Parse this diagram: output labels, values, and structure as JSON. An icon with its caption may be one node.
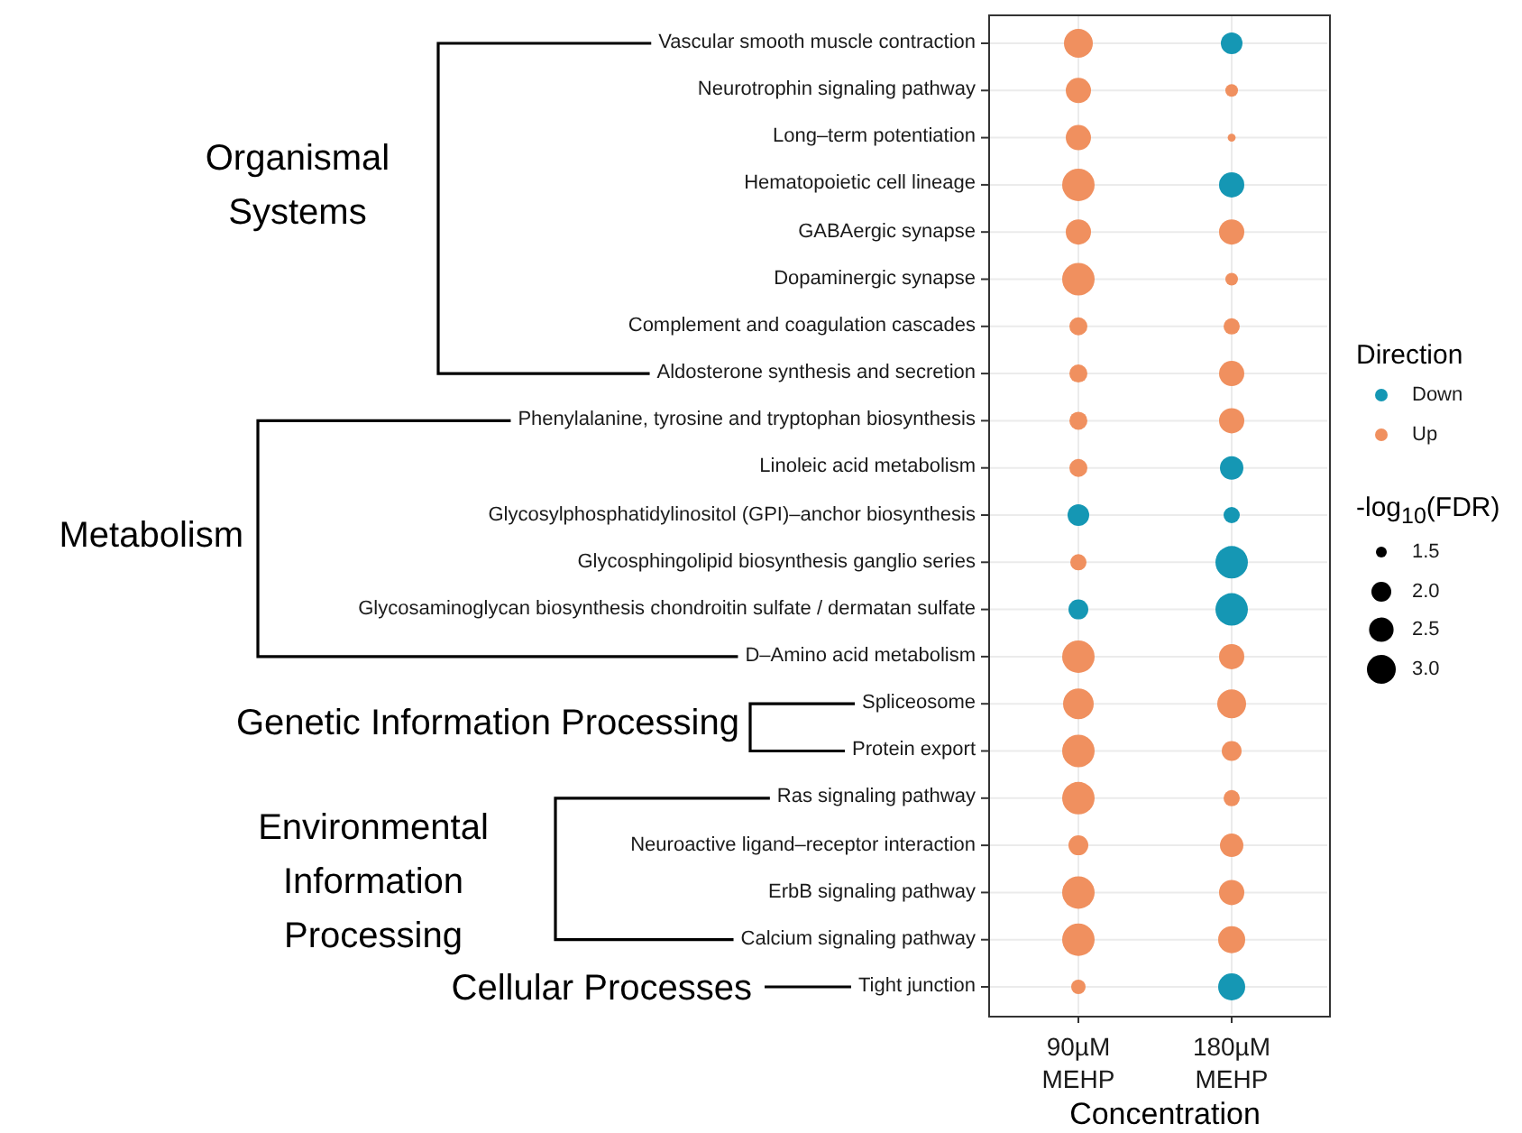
{
  "diagram": {
    "nodes": [
      {
        "text": [
          "Organismal Systems"
        ]
      },
      {
        "text": [
          "Vascular smooth muscle contraction"
        ]
      },
      {
        "text": [
          "Neurotrophin signaling pathway"
        ]
      },
      {
        "text": [
          "Long–term potentiation"
        ]
      },
      {
        "text": [
          "Hematopoietic cell lineage"
        ]
      },
      {
        "text": [
          "GABAergic synapse"
        ]
      },
      {
        "text": [
          "Dopaminergic synapse"
        ]
      },
      {
        "text": [
          "Complement and coagulation cascades"
        ]
      },
      {
        "text": [
          "Aldosterone synthesis and secretion"
        ]
      },
      {
        "text": [
          "Metabolism"
        ]
      },
      {
        "text": [
          "Phenylalanine, tyrosine and tryptophan biosynthesis"
        ]
      },
      {
        "text": [
          "Linoleic acid metabolism"
        ]
      },
      {
        "text": [
          "Glycosylphosphatidylinositol (GPI)–anchor biosynthesis"
        ]
      },
      {
        "text": [
          "Glycosphingolipid biosynthesis ganglio series"
        ]
      },
      {
        "text": [
          "Glycosaminoglycan biosynthesis chondroitin sulfate / dermatan sulfate"
        ]
      },
      {
        "text": [
          "D–Amino acid metabolism"
        ]
      },
      {
        "text": [
          "Genetic Information Processing"
        ]
      },
      {
        "text": [
          "Spliceosome"
        ]
      },
      {
        "text": [
          "Protein export"
        ]
      },
      {
        "text": [
          "Environmental Information Processing"
        ]
      },
      {
        "text": [
          "Ras signaling pathway"
        ]
      },
      {
        "text": [
          "Neuroactive ligand–receptor interaction"
        ]
      },
      {
        "text": [
          "ErbB signaling pathway"
        ]
      },
      {
        "text": [
          "Calcium signaling pathway"
        ]
      },
      {
        "text": [
          "Cellular Processes"
        ]
      },
      {
        "text": [
          "Tight junction"
        ]
      }
    ],
    "edges": [
      {
        "from": 0,
        "to": 1,
        "arrow": "none"
      },
      {
        "from": 0,
        "to": 8,
        "arrow": "none"
      },
      {
        "from": 9,
        "to": 10,
        "arrow": "none"
      },
      {
        "from": 9,
        "to": 15,
        "arrow": "none"
      },
      {
        "from": 16,
        "to": 17,
        "arrow": "none"
      },
      {
        "from": 16,
        "to": 18,
        "arrow": "none"
      },
      {
        "from": 19,
        "to": 20,
        "arrow": "none"
      },
      {
        "from": 19,
        "to": 23,
        "arrow": "none"
      },
      {
        "from": 24,
        "to": 25,
        "arrow": "none"
      }
    ],
    "labels": [
      "90µM MEHP",
      "180µM MEHP",
      "Concentration",
      "Direction",
      "-log$_{10}$(FDR)"
    ],
    "legend": [
      {
        "text": "Down",
        "color": "#1597b4"
      },
      {
        "text": "Up",
        "color": "#f0905f"
      },
      {
        "text": "1.5"
      },
      {
        "text": "2.0"
      },
      {
        "text": "2.5"
      },
      {
        "text": "3.0"
      }
    ]
  }
}
